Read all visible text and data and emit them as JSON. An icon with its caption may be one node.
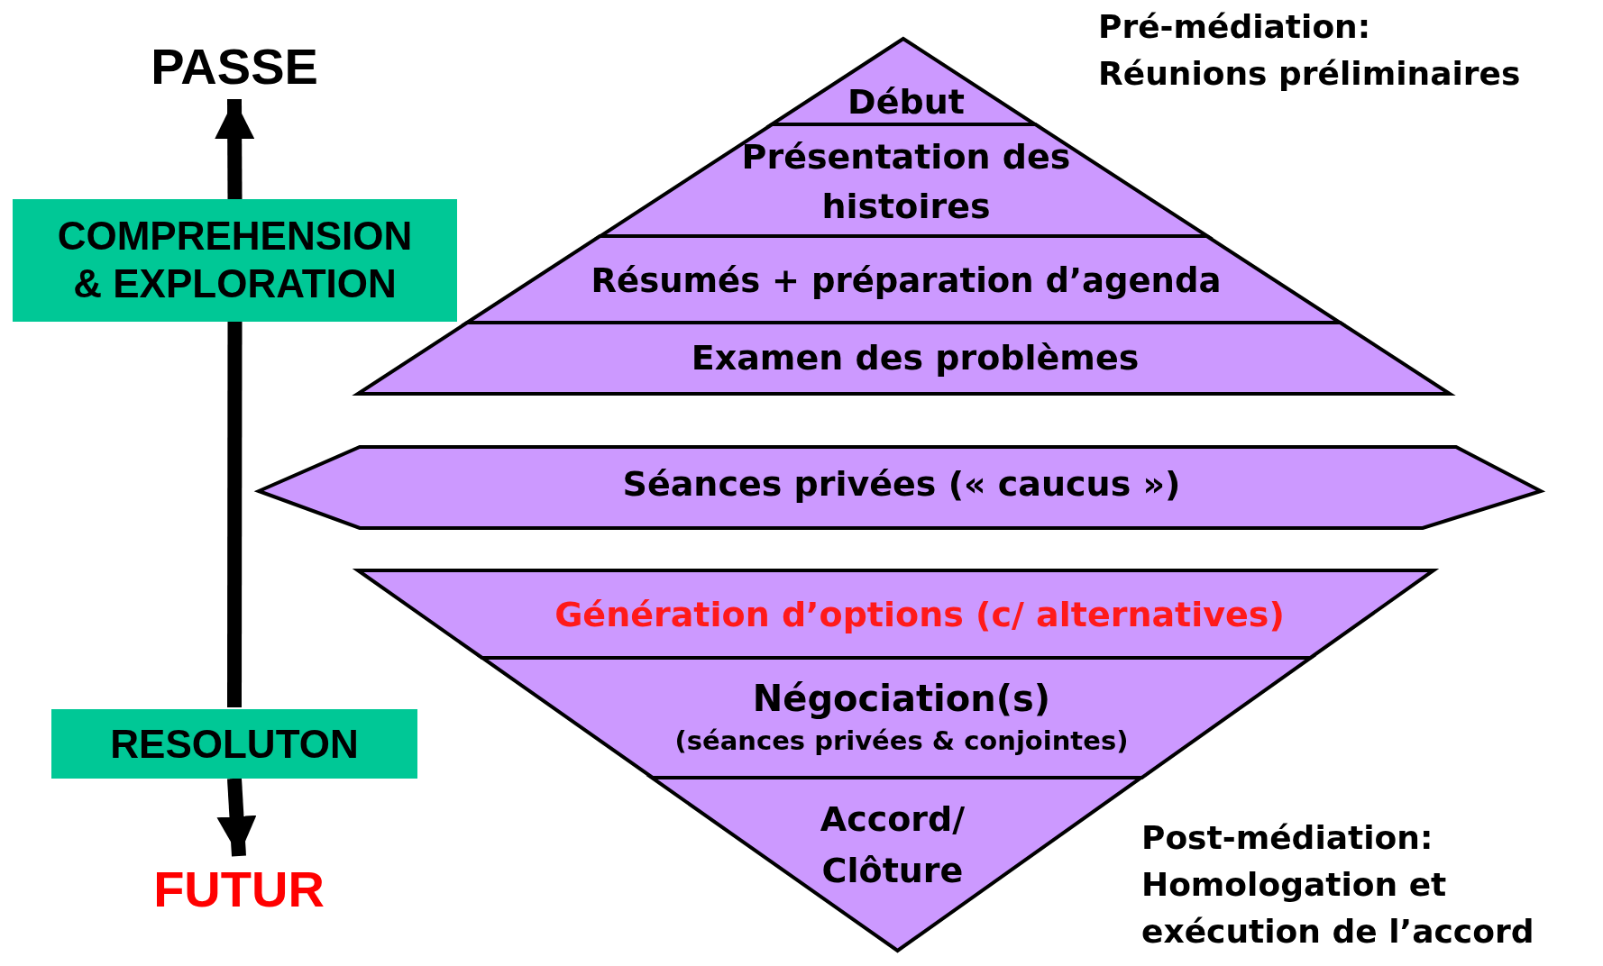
{
  "diagram": {
    "nodes": [
      {
        "text": [
          "PASSE"
        ]
      },
      {
        "text": [
          "COMPREHENSION & EXPLORATION"
        ]
      },
      {
        "text": [
          "RESOLUTON"
        ]
      },
      {
        "text": [
          "FUTUR"
        ]
      },
      {
        "text": [
          "Début"
        ]
      },
      {
        "text": [
          "Présentation des histoires"
        ]
      },
      {
        "text": [
          "Résumés + préparation d’agenda"
        ]
      },
      {
        "text": [
          "Examen des problèmes"
        ]
      },
      {
        "text": [
          "Séances privées (« caucus »)"
        ]
      },
      {
        "text": [
          "Génération d’options (c/ alternatives)"
        ]
      },
      {
        "text": [
          "Négociation(s)",
          "(séances privées & conjointes)"
        ]
      },
      {
        "text": [
          "Accord/ Clôture"
        ]
      }
    ],
    "edges": [
      {
        "from": 1,
        "to": 0,
        "arrow": "to"
      },
      {
        "from": 1,
        "to": 2,
        "arrow": "none"
      },
      {
        "from": 2,
        "to": 3,
        "arrow": "to"
      }
    ],
    "labels": [
      "Pré-médiation: Réunions préliminaires",
      "Post-médiation: Homologation et exécution de l’accord"
    ]
  }
}
